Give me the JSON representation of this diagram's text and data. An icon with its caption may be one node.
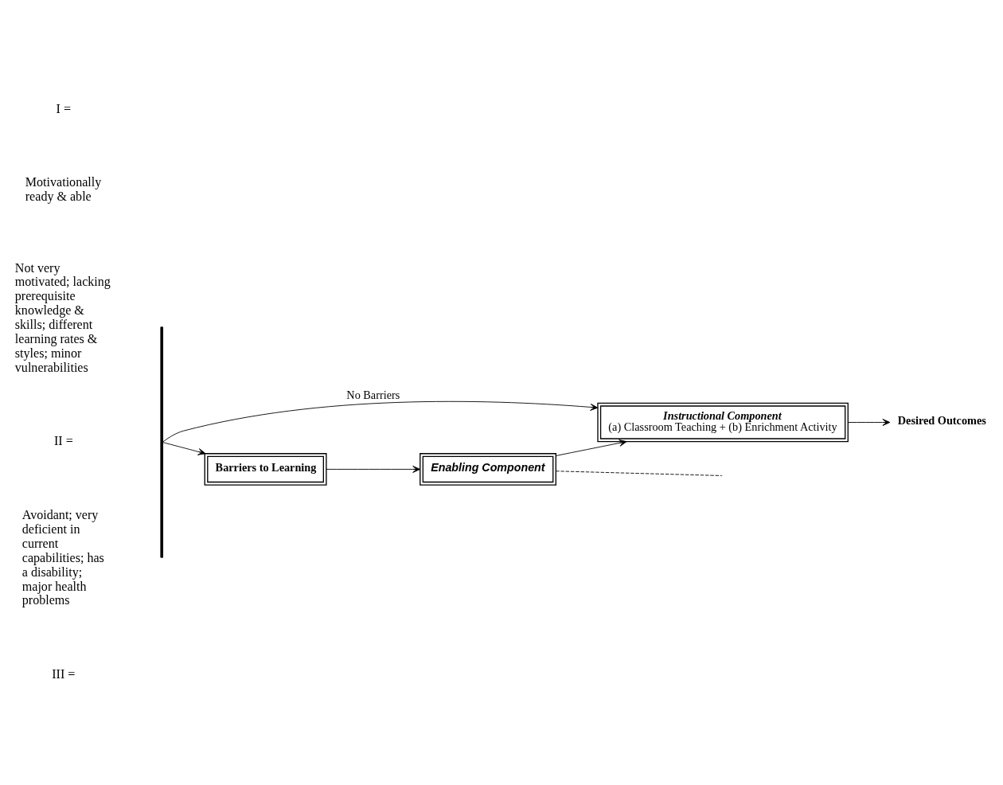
{
  "diagram": {
    "nodes": [
      {
        "text": [],
        "shape": "bar"
      },
      {
        "text": [
          "Instructional Component",
          "(a) Classroom Teaching + (b) Enrichment Activity"
        ]
      },
      {
        "text": [
          "Barriers to Learning"
        ]
      },
      {
        "text": [
          "Enabling Component"
        ]
      },
      {
        "text": [
          "Desired Outcomes"
        ]
      }
    ],
    "edges": [
      {
        "from": 0,
        "to": 1,
        "arrow": "to",
        "label": "No Barriers"
      },
      {
        "from": 0,
        "to": 2,
        "arrow": "to"
      },
      {
        "from": 2,
        "to": 3,
        "arrow": "to"
      },
      {
        "from": 3,
        "to": 1,
        "arrow": "to"
      },
      {
        "from": 1,
        "to": 4,
        "arrow": "to"
      },
      {
        "from": 3,
        "to": null,
        "arrow": "none",
        "style": "dashed"
      }
    ],
    "labels": [
      "I =",
      "Motivationally ready & able",
      "Not very motivated; lacking prerequisite knowledge & skills; different learning rates & styles; minor vulnerabilities",
      "II =",
      "Avoidant; very deficient in current capabilities; has a disability; major health problems",
      "III ="
    ]
  }
}
